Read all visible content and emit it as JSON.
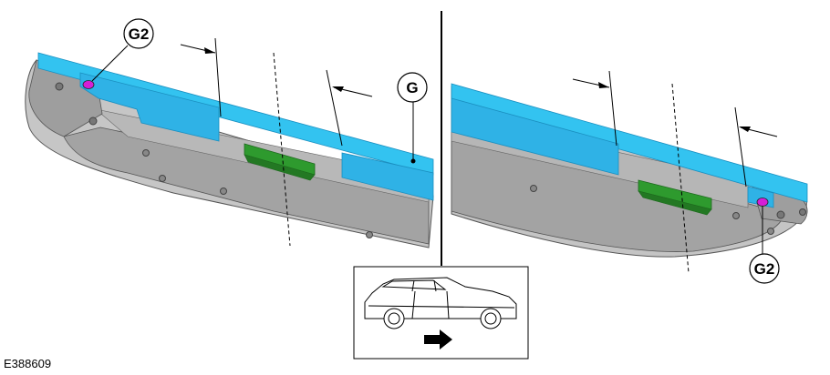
{
  "figure": {
    "id": "E388609"
  },
  "callouts": {
    "left_g2": "G2",
    "left_g": "G",
    "right_g2": "G2"
  },
  "colors": {
    "strip": "#33c3f0",
    "strip_dark": "#1e9fd0",
    "panel_light": "#c9c9c9",
    "panel_mid": "#a9a9a9",
    "panel_dark": "#8a8a8a",
    "clip_green": "#2e9a2e",
    "locator_magenta": "#d61fd6"
  },
  "inset": {
    "icons": [
      "vehicle-side-view-icon",
      "direction-arrow-icon"
    ]
  }
}
